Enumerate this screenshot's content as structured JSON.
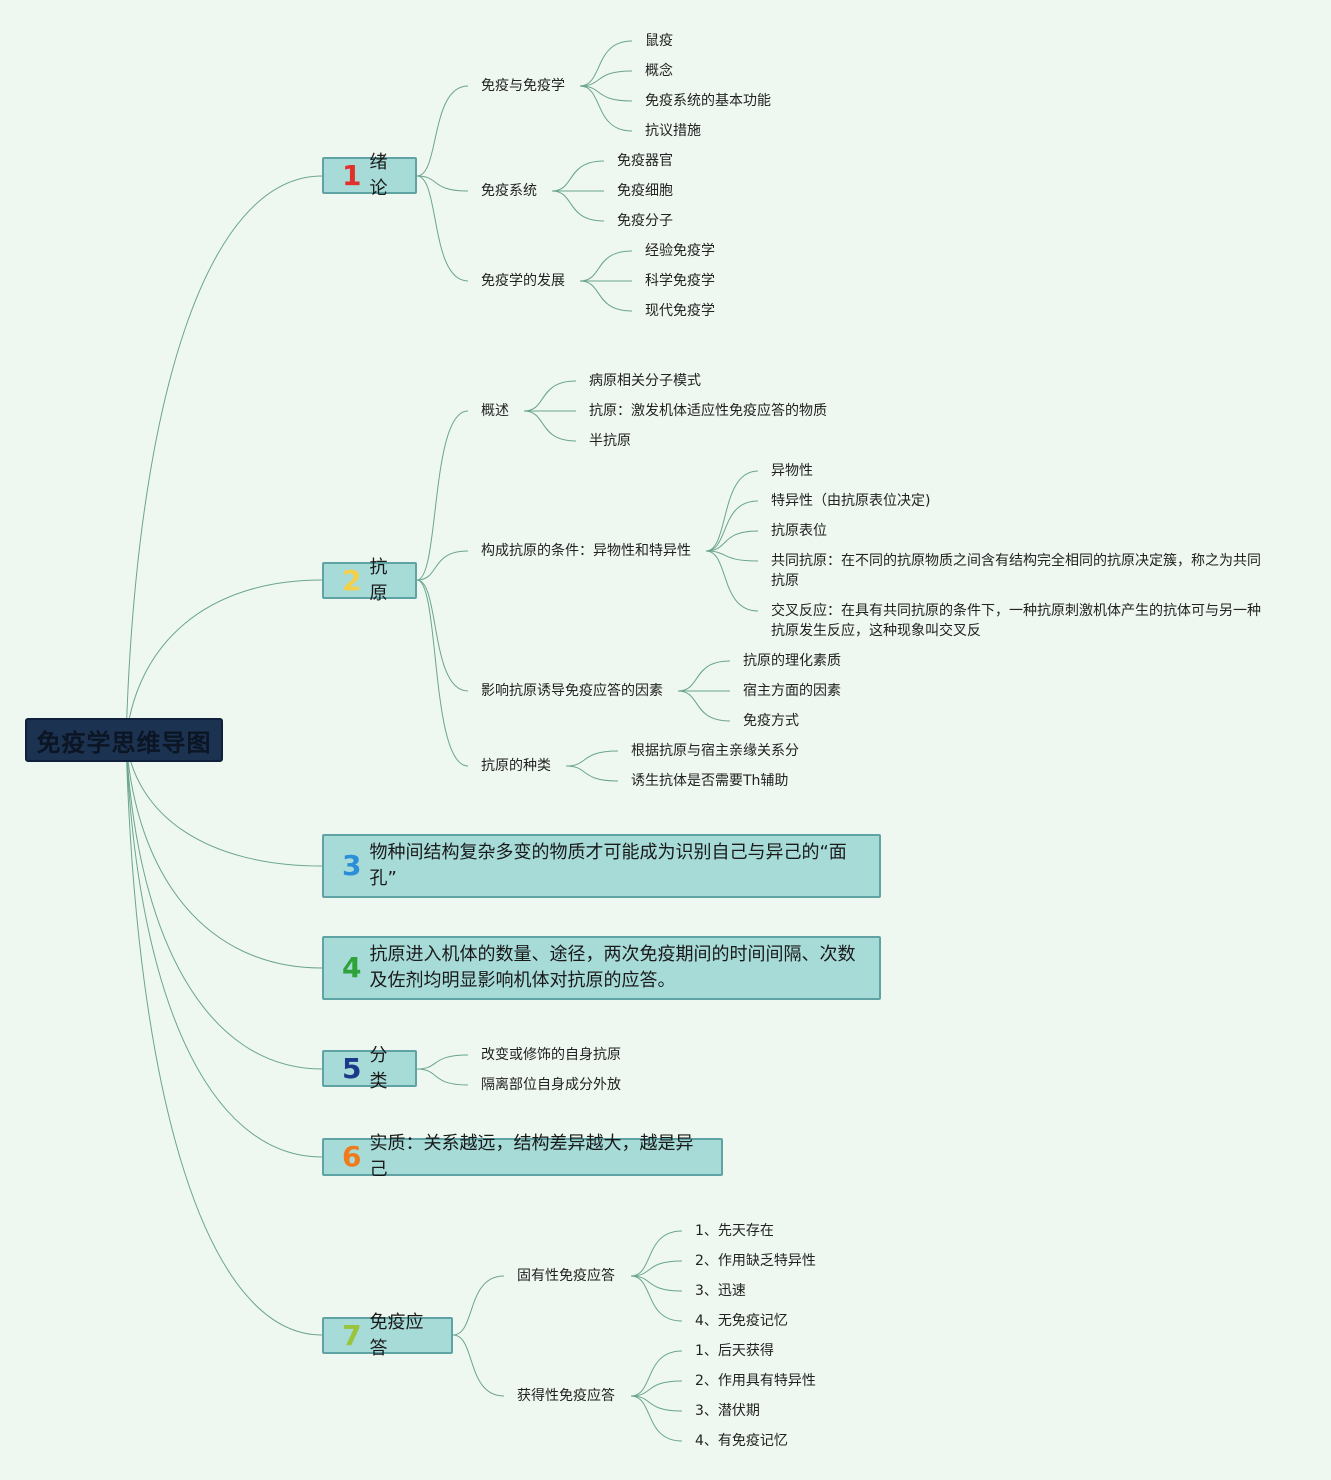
{
  "title": "免疫学思维导图",
  "colors": {
    "line": "#6aa58f",
    "n1": "#e0322b",
    "n2": "#f5d04a",
    "n3": "#2b8fd8",
    "n4": "#2ea33a",
    "n5": "#1b3a8c",
    "n6": "#f07a1c",
    "n7": "#9ac43c"
  },
  "branches": [
    {
      "num": "1",
      "label": "绪论"
    },
    {
      "num": "2",
      "label": "抗原"
    },
    {
      "num": "3",
      "label": "物种间结构复杂多变的物质才可能成为识别自己与异己的“面孔”"
    },
    {
      "num": "4",
      "label": "抗原进入机体的数量、途径，两次免疫期间的时间间隔、次数及佐剂均明显影响机体对抗原的应答。"
    },
    {
      "num": "5",
      "label": "分类"
    },
    {
      "num": "6",
      "label": "实质：关系越远，结构差异越大，越是异己"
    },
    {
      "num": "7",
      "label": "免疫应答"
    }
  ],
  "b1": {
    "s1": "免疫与免疫学",
    "s1_items": [
      "鼠疫",
      "概念",
      "免疫系统的基本功能",
      "抗议措施"
    ],
    "s2": "免疫系统",
    "s2_items": [
      "免疫器官",
      "免疫细胞",
      "免疫分子"
    ],
    "s3": "免疫学的发展",
    "s3_items": [
      "经验免疫学",
      "科学免疫学",
      "现代免疫学"
    ]
  },
  "b2": {
    "s1": "概述",
    "s1_items": [
      "病原相关分子模式",
      "抗原：激发机体适应性免疫应答的物质",
      "半抗原"
    ],
    "s2": "构成抗原的条件：异物性和特异性",
    "s2_items": [
      "异物性",
      "特异性（由抗原表位决定)",
      "抗原表位",
      "共同抗原：在不同的抗原物质之间含有结构完全相同的抗原决定簇，称之为共同抗原",
      "交叉反应：在具有共同抗原的条件下，一种抗原刺激机体产生的抗体可与另一种抗原发生反应，这种现象叫交叉反"
    ],
    "s3": "影响抗原诱导免疫应答的因素",
    "s3_items": [
      "抗原的理化素质",
      "宿主方面的因素",
      "免疫方式"
    ],
    "s4": "抗原的种类",
    "s4_items": [
      "根据抗原与宿主亲缘关系分",
      "诱生抗体是否需要Th辅助"
    ]
  },
  "b5": {
    "items": [
      "改变或修饰的自身抗原",
      "隔离部位自身成分外放"
    ]
  },
  "b7": {
    "s1": "固有性免疫应答",
    "s1_items": [
      "1、先天存在",
      "2、作用缺乏特异性",
      "3、迅速",
      "4、无免疫记忆"
    ],
    "s2": "获得性免疫应答",
    "s2_items": [
      "1、后天获得",
      "2、作用具有特异性",
      "3、潜伏期",
      "4、有免疫记忆"
    ]
  }
}
